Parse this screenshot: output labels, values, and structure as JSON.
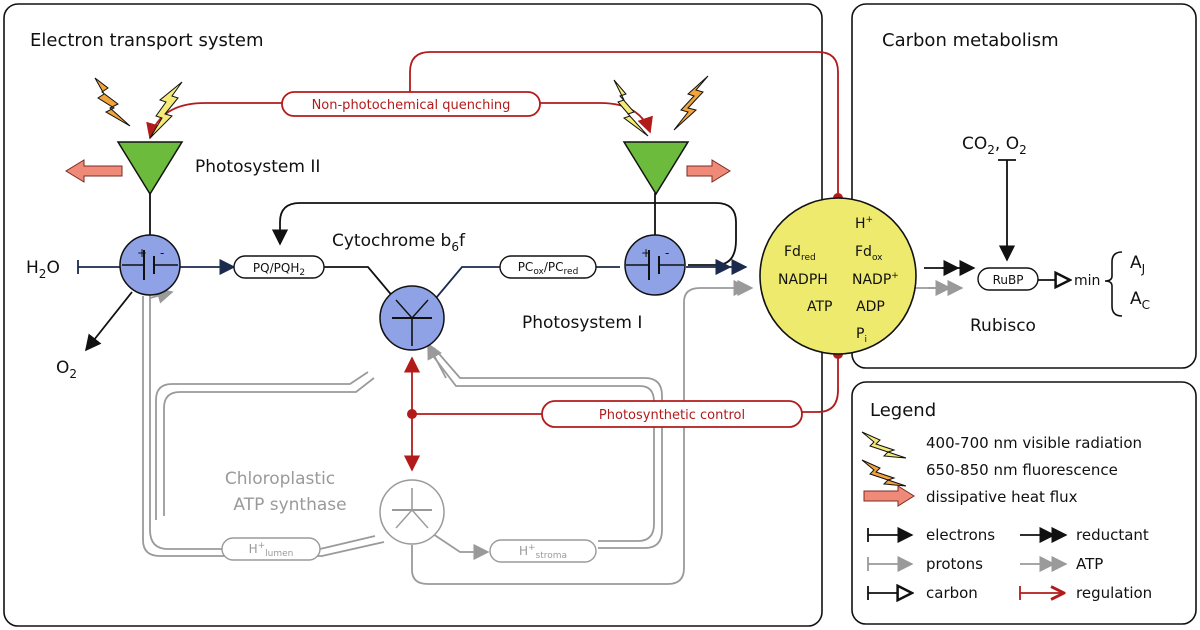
{
  "panels": {
    "ets_title": "Electron transport system",
    "carbon_title": "Carbon metabolism",
    "legend_title": "Legend"
  },
  "complexes": {
    "psii": "Photosystem II",
    "psi": "Photosystem I",
    "cyt_main": "Cytochrome b",
    "cyt_sub": "6",
    "cyt_end": "f",
    "atp_line1": "Chloroplastic",
    "atp_line2": "ATP synthase",
    "rubisco": "Rubisco"
  },
  "molecules": {
    "h2o_main": "H",
    "h2o_sub": "2",
    "h2o_end": "O",
    "o2_main": "O",
    "o2_sub": "2",
    "pq": "PQ/PQH",
    "pq_sub": "2",
    "pc_a": "PC",
    "pc_a_sub": "ox",
    "pc_b": "/PC",
    "pc_b_sub": "red",
    "co2_a": "CO",
    "co2_sub": "2",
    "co2_b": ", O",
    "co2_sub2": "2",
    "rubp": "RuBP",
    "min": "min",
    "aj": "A",
    "aj_sub": "J",
    "ac": "A",
    "ac_sub": "C"
  },
  "pool": {
    "h_plus": "H",
    "h_plus_sup": "+",
    "fd_red": "Fd",
    "fd_red_sub": "red",
    "fd_ox": "Fd",
    "fd_ox_sub": "ox",
    "nadph": "NADPH",
    "nadp": "NADP",
    "nadp_sup": "+",
    "atp": "ATP",
    "adp": "ADP",
    "pi": "P",
    "pi_sub": "i"
  },
  "proton_boxes": {
    "lumen": "H",
    "lumen_sup": "+",
    "lumen_sub": "lumen",
    "stroma": "H",
    "stroma_sup": "+",
    "stroma_sub": "stroma"
  },
  "regulation": {
    "npq": "Non-photochemical quenching",
    "psc": "Photosynthetic control"
  },
  "battery": {
    "plus": "+",
    "minus": "-"
  },
  "legend": {
    "visible": "400-700 nm visible radiation",
    "fluorescence": "650-850 nm fluorescence",
    "heat": "dissipative heat flux",
    "electrons": "electrons",
    "reductant": "reductant",
    "protons": "protons",
    "atp": "ATP",
    "carbon": "carbon",
    "regulation": "regulation"
  },
  "colors": {
    "complex_blue": "#8fa2e6",
    "pool_yellow": "#eeea6e",
    "psii_green": "#6cbb3c",
    "regulation_red": "#b31b1b",
    "proton_gray": "#9a9a9a",
    "electron_navy": "#1c2a4e",
    "heat_salmon": "#f08a78",
    "bolt_yellow": "#f4ea77",
    "bolt_orange": "#f2a33a"
  }
}
